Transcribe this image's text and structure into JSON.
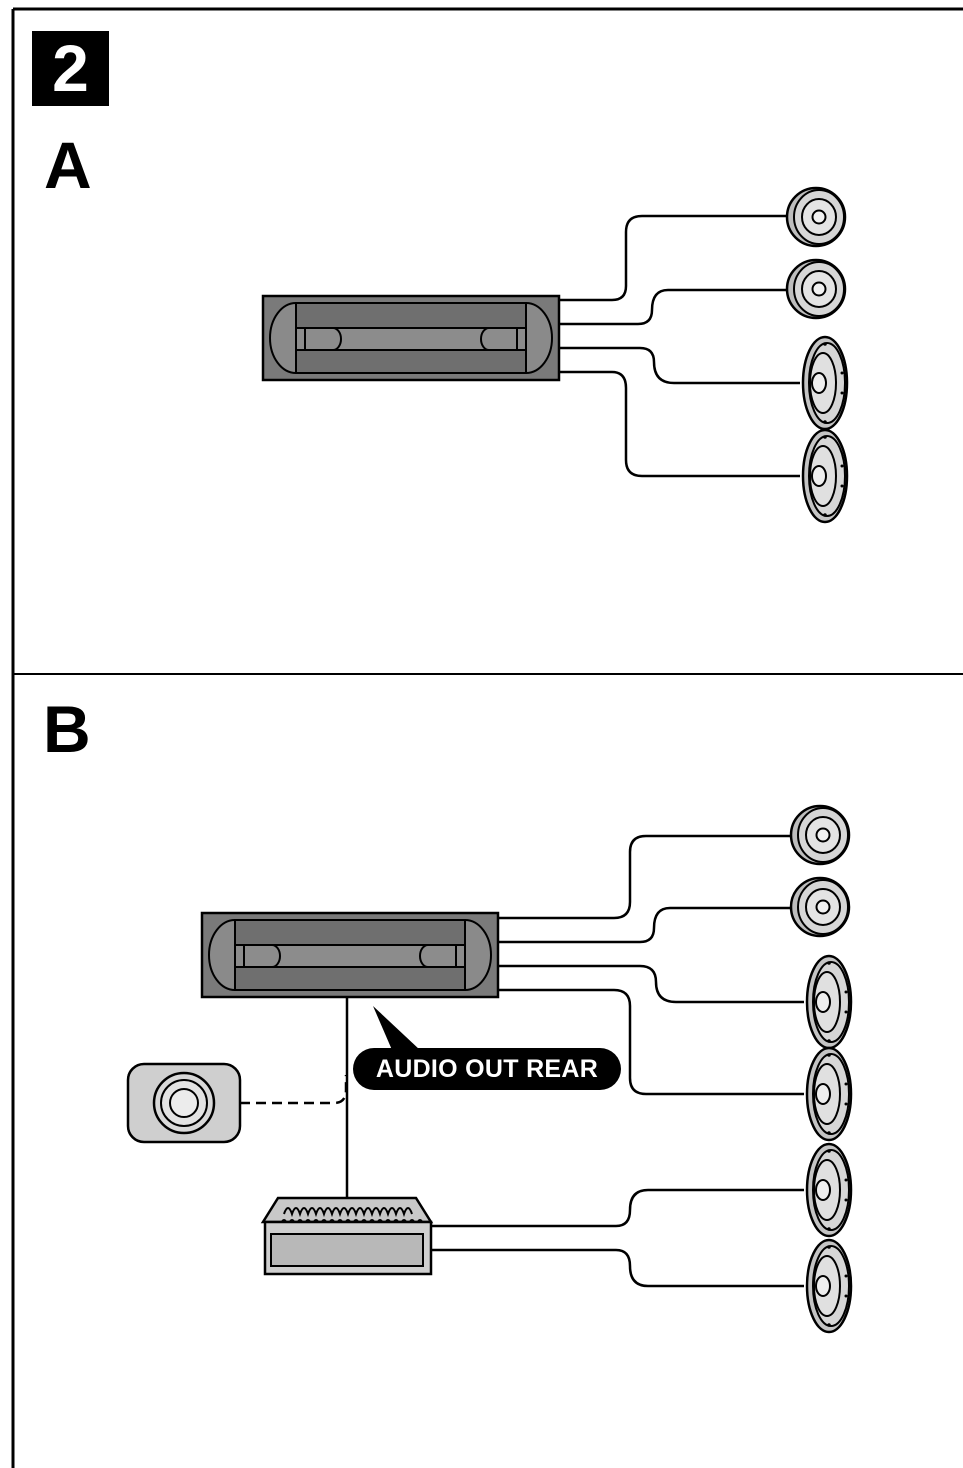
{
  "step_number": "2",
  "section_a": {
    "label": "A"
  },
  "section_b": {
    "label": "B",
    "callout": "AUDIO OUT REAR"
  },
  "colors": {
    "line": "#000000",
    "unit_fill": "#7a7a7a",
    "speaker_fill": "#d4d4d4",
    "badge": "#000000"
  }
}
